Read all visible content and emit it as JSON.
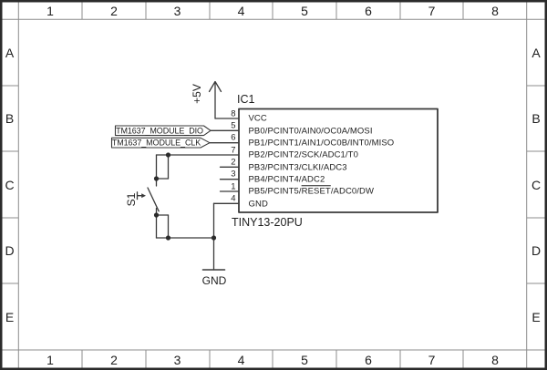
{
  "frame": {
    "columns": [
      "1",
      "2",
      "3",
      "4",
      "5",
      "6",
      "7",
      "8"
    ],
    "rows": [
      "A",
      "B",
      "C",
      "D",
      "E"
    ]
  },
  "schematic": {
    "power": {
      "vcc_flag_label": "+5V",
      "gnd_symbol_label": "GND"
    },
    "net_flags": [
      {
        "label": "TM1637_MODULE_DIO"
      },
      {
        "label": "TM1637_MODULE_CLK"
      }
    ],
    "switch": {
      "ref": "S1"
    },
    "ic": {
      "ref": "IC1",
      "value": "TINY13-20PU",
      "pins": [
        {
          "number": "8",
          "label": "VCC"
        },
        {
          "number": "5",
          "label": "PB0/PCINT0/AIN0/OC0A/MOSI"
        },
        {
          "number": "6",
          "label": "PB1/PCINT1/AIN1/OC0B/INT0/MISO"
        },
        {
          "number": "7",
          "label": "PB2/PCINT2/SCK/ADC1/T0"
        },
        {
          "number": "2",
          "label": "PB3/PCINT3/CLKI/ADC3"
        },
        {
          "number": "3",
          "label": "PB4/PCINT4/ADC2"
        },
        {
          "number": "1",
          "label_pre": "PB5/PCINT5/",
          "label_overline": "RESET",
          "label_post": "/ADC0/DW"
        },
        {
          "number": "4",
          "label": "GND"
        }
      ]
    }
  },
  "colors": {
    "background": "#ffffff",
    "wire": "#3a3a3a",
    "frame_line": "#8c8c8c",
    "border": "#2b2b2b",
    "text": "#1e1e1e"
  }
}
